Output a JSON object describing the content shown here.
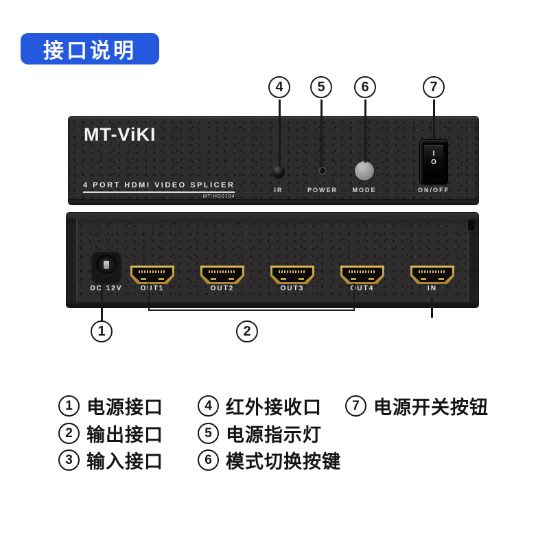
{
  "badge": {
    "label": "接口说明"
  },
  "front_panel": {
    "brand": "MT-ViKI",
    "title": "4 PORT HDMI VIDEO SPLICER",
    "model": "MT-HD0104",
    "ir_label": "IR",
    "power_label": "POWER",
    "mode_label": "MODE",
    "onoff_label": "ON/OFF",
    "switch_on": "I",
    "switch_off": "O"
  },
  "rear_panel": {
    "dc_label": "DC 12V",
    "ports": [
      "OUT1",
      "OUT2",
      "OUT3",
      "OUT4",
      "IN"
    ]
  },
  "callouts": {
    "c1": "1",
    "c2": "2",
    "c4": "4",
    "c5": "5",
    "c6": "6",
    "c7": "7"
  },
  "legend": {
    "items": [
      {
        "num": "1",
        "text": "电源接口"
      },
      {
        "num": "2",
        "text": "输出接口"
      },
      {
        "num": "3",
        "text": "输入接口"
      },
      {
        "num": "4",
        "text": "红外接收口"
      },
      {
        "num": "5",
        "text": "电源指示灯"
      },
      {
        "num": "6",
        "text": "模式切换按键"
      },
      {
        "num": "7",
        "text": "电源开关按钮"
      }
    ]
  },
  "colors": {
    "badge_bg": "#2459de",
    "panel_bg": "#2e2c2d",
    "hdmi_gold": "#c9a43e",
    "callout_line": "#1a1a1a"
  }
}
